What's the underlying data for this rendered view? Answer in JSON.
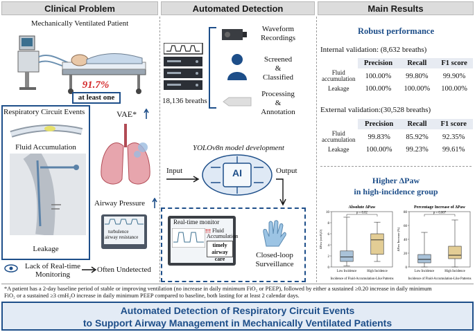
{
  "headers": {
    "left": "Clinical Problem",
    "middle": "Automated  Detection",
    "right": "Main Results"
  },
  "left": {
    "patient_label": "Mechanically Ventilated Patient",
    "percent": "91.7%",
    "at_least_one": "at least one",
    "events_title": "Respiratory Circuit Events",
    "fluid": "Fluid Accumulation",
    "leakage": "Leakage",
    "vae": "VAE*",
    "airway_pressure": "Airway Pressure",
    "turbulence": "turbulence",
    "airway_resistance": "airway resistance",
    "lack_line1": "Lack of Real-time",
    "lack_line2": "Monitoring",
    "often": "Often Undetected"
  },
  "middle": {
    "breaths": "18,136 breaths",
    "waveform": [
      "Waveform",
      "Recordings"
    ],
    "screened": [
      "Screened",
      "&",
      "Classified"
    ],
    "processing": [
      "Processing",
      "&",
      "Annotation"
    ],
    "yolo": "YOLOv8n model development",
    "input": "Input",
    "output": "Output",
    "ai": "AI",
    "monitor_title": "Real-time monitor",
    "fluid_line1": "Fluid",
    "fluid_line2": "Accumulation",
    "timely_line1": "timely",
    "timely_line2": "airway care",
    "closed_line1": "Closed-loop",
    "closed_line2": "Surveillance"
  },
  "right": {
    "robust": "Robust performance",
    "internal": "Internal validation: (8,632 breaths)",
    "external": "External validation:(30,528 breaths)",
    "columns": [
      "Precision",
      "Recall",
      "F1 score"
    ],
    "internal_rows": [
      {
        "label1": "Fluid",
        "label2": "accumulation",
        "values": [
          "100.00%",
          "99.80%",
          "99.90%"
        ]
      },
      {
        "label1": "Leakage",
        "label2": "",
        "values": [
          "100.00%",
          "100.00%",
          "100.00%"
        ]
      }
    ],
    "external_rows": [
      {
        "label1": "Fluid",
        "label2": "accumulation",
        "values": [
          "99.83%",
          "85.92%",
          "92.35%"
        ]
      },
      {
        "label1": "Leakage",
        "label2": "",
        "values": [
          "100.00%",
          "99.23%",
          "99.61%"
        ]
      }
    ],
    "higher_line1": "Higher ΔPaw",
    "higher_line2": "in high-incidence group"
  },
  "chart_data": [
    {
      "type": "box",
      "title": "Absolute ΔPaw",
      "ylabel": "ΔPaw (cmH₂O)",
      "xlabel": "Incidence of Fluid-Accumulation-Like Patterns",
      "categories": [
        "Low Incidence",
        "High Incidence"
      ],
      "annotation": "p = 0.02",
      "ylim": [
        0,
        10
      ],
      "yticks": [
        0,
        2,
        4,
        6,
        8,
        10
      ],
      "boxes": [
        {
          "whisker_low": 0.2,
          "q1": 1.0,
          "median": 1.8,
          "q3": 2.9,
          "whisker_high": 9.0,
          "color": "#a9c2d8"
        },
        {
          "whisker_low": 1.0,
          "q1": 2.3,
          "median": 4.9,
          "q3": 6.0,
          "whisker_high": 8.1,
          "color": "#e3cd95"
        }
      ]
    },
    {
      "type": "box",
      "title": "Percentage Increase of ΔPaw",
      "ylabel": "ΔPaw Increase (%)",
      "xlabel": "Incidence of Fluid-Accumulation-Like Patterns",
      "categories": [
        "Low Incidence",
        "High Incidence"
      ],
      "annotation": "p = 0.007",
      "ylim": [
        0,
        80
      ],
      "yticks": [
        0,
        20,
        40,
        60,
        80
      ],
      "boxes": [
        {
          "whisker_low": 0,
          "q1": 6,
          "median": 11,
          "q3": 18,
          "whisker_high": 50,
          "color": "#a9c2d8"
        },
        {
          "whisker_low": 0,
          "q1": 12,
          "median": 17,
          "q3": 30,
          "whisker_high": 68,
          "color": "#e3cd95"
        }
      ]
    }
  ],
  "footnote": {
    "line1": "*A patient has a 2-day baseline period of stable or improving ventilation (no increase in daily minimum FiO₂ or PEEP), followed by either a sustained ≥0.20 increase in daily minimum",
    "line2": "FiO₂ or a sustained ≥3 cmH₂O increase in daily minimum PEEP compared to baseline, both lasting for at least 2 calendar days."
  },
  "banner": {
    "line1": "Automated Detection of Respiratory Circuit Events",
    "line2": "to Support Airway Management in Mechanically Ventilated Patients"
  }
}
